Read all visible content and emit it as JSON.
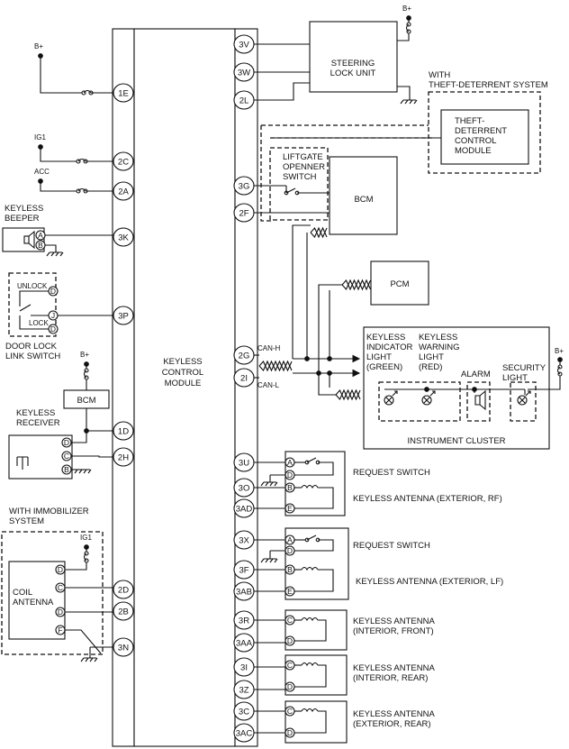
{
  "module": {
    "label_lines": [
      "KEYLESS",
      "CONTROL",
      "MODULE"
    ]
  },
  "supply": {
    "bplus": "B+",
    "ig1": "IG1",
    "acc": "ACC"
  },
  "left_terminals": [
    "1E",
    "2C",
    "2A",
    "3K",
    "3P",
    "1D",
    "2H",
    "2D",
    "2B",
    "3N"
  ],
  "right_terminals": [
    "3V",
    "3W",
    "2L",
    "3G",
    "2F",
    "2G",
    "2I",
    "3U",
    "3O",
    "3AD",
    "3X",
    "3F",
    "3AB",
    "3R",
    "3AA",
    "3I",
    "3Z",
    "3C",
    "3AC"
  ],
  "components": {
    "steering_lock": [
      "STEERING",
      "LOCK UNIT"
    ],
    "theft_group": [
      "WITH",
      "THEFT-DETERRENT SYSTEM"
    ],
    "theft_module": [
      "THEFT-",
      "DETERRENT",
      "CONTROL",
      "MODULE"
    ],
    "liftgate": [
      "LIFTGATE",
      "OPENNER",
      "SWITCH"
    ],
    "bcm": "BCM",
    "pcm": "PCM",
    "can_h": "CAN-H",
    "can_l": "CAN-L",
    "beeper": [
      "KEYLESS",
      "BEEPER"
    ],
    "door_lock_switch": [
      "DOOR LOCK",
      "LINK SWITCH"
    ],
    "unlock": "UNLOCK",
    "lock": "LOCK",
    "receiver": [
      "KEYLESS",
      "RECEIVER"
    ],
    "immobilizer_group": [
      "WITH IMMOBILIZER",
      "SYSTEM"
    ],
    "coil_antenna": [
      "COIL",
      "ANTENNA"
    ],
    "indicator_light": [
      "KEYLESS",
      "INDICATOR",
      "LIGHT",
      "(GREEN)"
    ],
    "warning_light": [
      "KEYLESS",
      "WARNING",
      "LIGHT",
      "(RED)"
    ],
    "alarm": "ALARM",
    "security_light": [
      "SECURITY",
      "LIGHT"
    ],
    "instrument_cluster": "INSTRUMENT CLUSTER",
    "request_switch_rf": "REQUEST SWITCH",
    "antenna_ext_rf": "KEYLESS ANTENNA (EXTERIOR, RF)",
    "request_switch_lf": "REQUEST SWITCH",
    "antenna_ext_lf": "KEYLESS ANTENNA (EXTERIOR, LF)",
    "antenna_int_front": [
      "KEYLESS ANTENNA",
      "(INTERIOR, FRONT)"
    ],
    "antenna_int_rear": [
      "KEYLESS ANTENNA",
      "(INTERIOR, REAR)"
    ],
    "antenna_ext_rear": [
      "KEYLESS ANTENNA",
      "(EXTERIOR, REAR)"
    ]
  },
  "connector_pins": {
    "beeper": [
      "A",
      "B"
    ],
    "door_lock": [
      "D",
      "J",
      "D"
    ],
    "receiver": [
      "D",
      "C",
      "B"
    ],
    "coil": [
      "D",
      "C",
      "D",
      "F"
    ],
    "rs_rf": [
      "A",
      "D",
      "B",
      "E"
    ],
    "rs_lf": [
      "A",
      "D",
      "B",
      "E"
    ],
    "int_front": [
      "C",
      "D"
    ],
    "int_rear": [
      "C",
      "D"
    ],
    "ext_rear": [
      "C",
      "D"
    ]
  }
}
